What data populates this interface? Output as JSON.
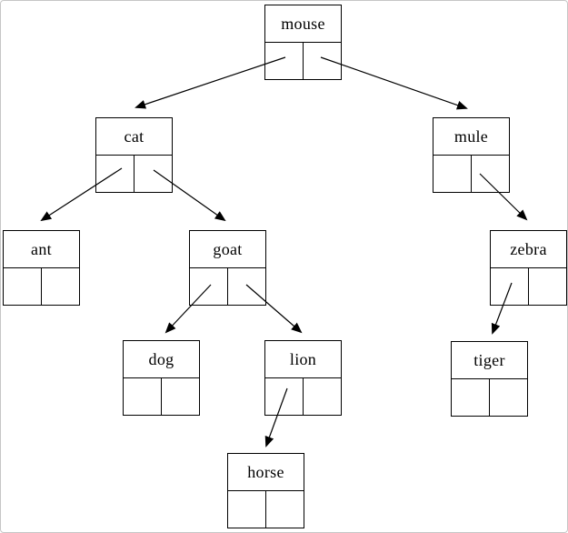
{
  "diagram": {
    "type": "binary-search-tree",
    "colors": {
      "node_border": "#000000",
      "edge": "#000000",
      "background": "#ffffff",
      "page_border": "#c6c6c6"
    },
    "nodes": [
      {
        "label": "mouse",
        "left_child": "cat",
        "right_child": "mule"
      },
      {
        "label": "cat",
        "left_child": "ant",
        "right_child": "goat"
      },
      {
        "label": "mule",
        "left_child": null,
        "right_child": "zebra"
      },
      {
        "label": "ant",
        "left_child": null,
        "right_child": null
      },
      {
        "label": "goat",
        "left_child": "dog",
        "right_child": "lion"
      },
      {
        "label": "zebra",
        "left_child": "tiger",
        "right_child": null
      },
      {
        "label": "dog",
        "left_child": null,
        "right_child": null
      },
      {
        "label": "lion",
        "left_child": "horse",
        "right_child": null
      },
      {
        "label": "tiger",
        "left_child": null,
        "right_child": null
      },
      {
        "label": "horse",
        "left_child": null,
        "right_child": null
      }
    ],
    "edges": [
      {
        "from": "mouse",
        "pointer": "left",
        "to": "cat"
      },
      {
        "from": "mouse",
        "pointer": "right",
        "to": "mule"
      },
      {
        "from": "cat",
        "pointer": "left",
        "to": "ant"
      },
      {
        "from": "cat",
        "pointer": "right",
        "to": "goat"
      },
      {
        "from": "mule",
        "pointer": "right",
        "to": "zebra"
      },
      {
        "from": "goat",
        "pointer": "left",
        "to": "dog"
      },
      {
        "from": "goat",
        "pointer": "right",
        "to": "lion"
      },
      {
        "from": "zebra",
        "pointer": "left",
        "to": "tiger"
      },
      {
        "from": "lion",
        "pointer": "left",
        "to": "horse"
      }
    ]
  }
}
